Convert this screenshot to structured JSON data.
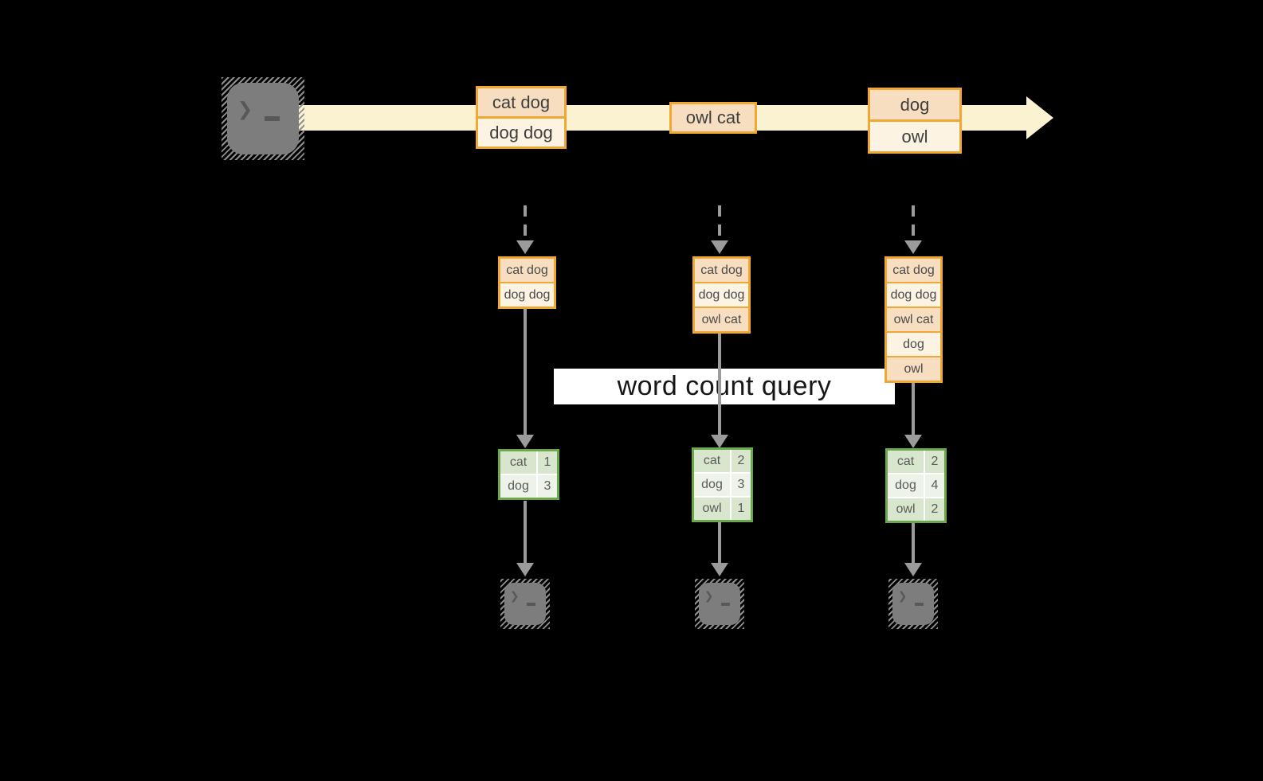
{
  "colors": {
    "background": "#000000",
    "stream_band": "#FBF2D2",
    "event_box_border": "#F0A733",
    "event_fill_dark": "#F8DEC0",
    "event_fill_light": "#FDF3E3",
    "result_table_border": "#6BA74D",
    "result_fill_dark": "#D9E6CE",
    "result_fill_light": "#EEF3EA",
    "arrow_gray": "#9B9B9B",
    "terminal_gray": "#7D7D7D",
    "banner_background": "#FFFFFF",
    "banner_text": "#161616"
  },
  "icons": {
    "source": "terminal-icon",
    "sinks": [
      "terminal-icon",
      "terminal-icon",
      "terminal-icon"
    ],
    "prompt_glyph": "❯"
  },
  "stream_events": [
    {
      "lines": [
        "cat dog",
        "dog dog"
      ]
    },
    {
      "lines": [
        "owl cat"
      ]
    },
    {
      "lines": [
        "dog",
        "owl"
      ]
    }
  ],
  "batches": [
    {
      "items": [
        "cat dog",
        "dog dog"
      ]
    },
    {
      "items": [
        "cat dog",
        "dog dog",
        "owl cat"
      ]
    },
    {
      "items": [
        "cat dog",
        "dog dog",
        "owl cat",
        "dog",
        "owl"
      ]
    }
  ],
  "query": {
    "label": "word count query"
  },
  "results": [
    {
      "rows": [
        {
          "word": "cat",
          "count": "1"
        },
        {
          "word": "dog",
          "count": "3"
        }
      ]
    },
    {
      "rows": [
        {
          "word": "cat",
          "count": "2"
        },
        {
          "word": "dog",
          "count": "3"
        },
        {
          "word": "owl",
          "count": "1"
        }
      ]
    },
    {
      "rows": [
        {
          "word": "cat",
          "count": "2"
        },
        {
          "word": "dog",
          "count": "4"
        },
        {
          "word": "owl",
          "count": "2"
        }
      ]
    }
  ]
}
